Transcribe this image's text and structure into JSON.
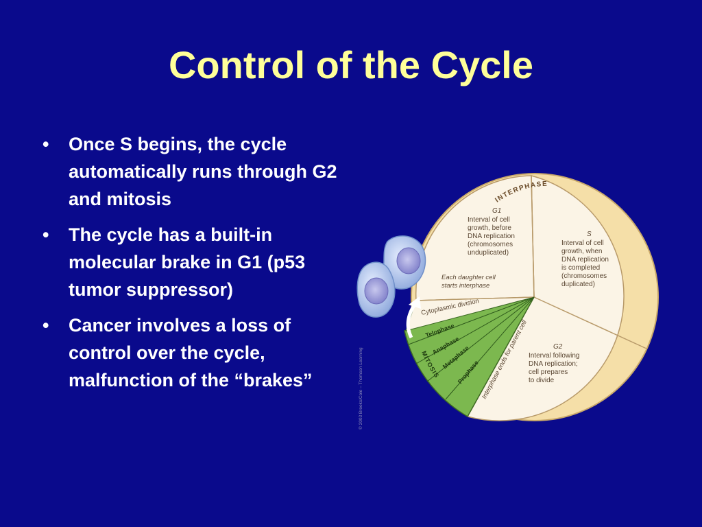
{
  "title": "Control of the Cycle",
  "bullets": [
    {
      "marker": "•",
      "text": "Once S begins, the cycle automatically runs through G2 and mitosis"
    },
    {
      "marker": "•",
      "text": "The cycle has a built-in molecular brake in G1 (p53 tumor suppressor)"
    },
    {
      "marker": "•",
      "text": "Cancer involves a loss of control over the cycle, malfunction of the “brakes”"
    }
  ],
  "diagram": {
    "ring_label": "INTERPHASE",
    "mitosis_label": "MITOSIS",
    "g1": {
      "name": "G1",
      "lines": [
        "Interval of cell",
        "growth, before",
        "DNA replication",
        "(chromosomes",
        "unduplicated)"
      ]
    },
    "s": {
      "name": "S",
      "lines": [
        "Interval of cell",
        "growth, when",
        "DNA replication",
        "is completed",
        "(chromosomes",
        "duplicated)"
      ]
    },
    "g2": {
      "name": "G2",
      "lines": [
        "Interval following",
        "DNA replication;",
        "cell prepares",
        "to divide"
      ]
    },
    "daughter": [
      "Each daughter cell",
      "starts interphase"
    ],
    "cytoplasmic": "Cytoplasmic division",
    "phases": [
      "Telophase",
      "Anaphase",
      "Metaphase",
      "Prophase"
    ],
    "interphase_ends": "Interphase ends for parent cell",
    "credit": "© 2003 Brooks/Cole – Thomson Learning",
    "colors": {
      "ring": "#f5dfa8",
      "wedge": "#fbf4e6",
      "mitosis": "#7cb84f",
      "cell": "#b8cdf0"
    }
  }
}
